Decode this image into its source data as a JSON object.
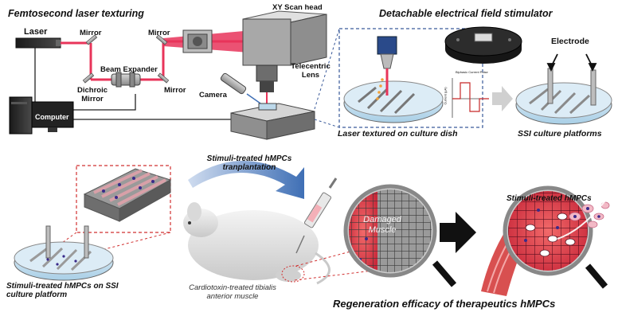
{
  "headers": {
    "top_left": "Femtosecond laser texturing",
    "top_right": "Detachable electrical field stimulator",
    "bottom_right": "Regeneration efficacy of therapeutics hMPCs"
  },
  "labels": {
    "laser": "Laser",
    "mirror_1": "Mirror",
    "mirror_2": "Mirror",
    "mirror_3": "Mirror",
    "dichroic": "Dichroic Mirror",
    "beam_expander": "Beam Expander",
    "xy_scan_head": "XY Scan head",
    "telecentric": "Telecentric Lens",
    "camera": "Camera",
    "computer": "Computer",
    "laser_textured": "Laser textured on culture dish",
    "electrode": "Electrode",
    "ssi_platforms": "SSI culture platforms",
    "biphasic_title": "Biphasic Current Pulse",
    "current_axis": "Current (μA)",
    "stimuli_transplant": "Stimuli-treated hMPCs tranplantation",
    "stimuli_on_platform": "Stimuli-treated hMPCs on SSI culture platform",
    "cardiotoxin": "Cardiotoxin-treated tibialis anterior muscle",
    "damaged_muscle": "Damaged Muscle",
    "stimuli_hmpcs": "Stimuli-treated hMPCs"
  },
  "colors": {
    "laser_beam": "#e8345a",
    "dashed_box": "#3a5a9a",
    "red_dashed": "#d13030",
    "arrow_blue": "#3f6fb5",
    "muscle_red": "#e03a4a",
    "cell_purple": "#3a2a8a",
    "dish_blue": "#bcd8ea"
  },
  "icons": [
    "laser-source-icon",
    "mirror-icon",
    "beam-expander-icon",
    "scan-head-icon",
    "camera-icon",
    "computer-icon",
    "stage-icon",
    "culture-dish-icon",
    "electrode-lid-icon",
    "pulse-chart-icon",
    "mouse-icon",
    "syringe-icon",
    "magnifier-icon",
    "arrow-right-icon",
    "muscle-icon",
    "textured-substrate-icon"
  ]
}
